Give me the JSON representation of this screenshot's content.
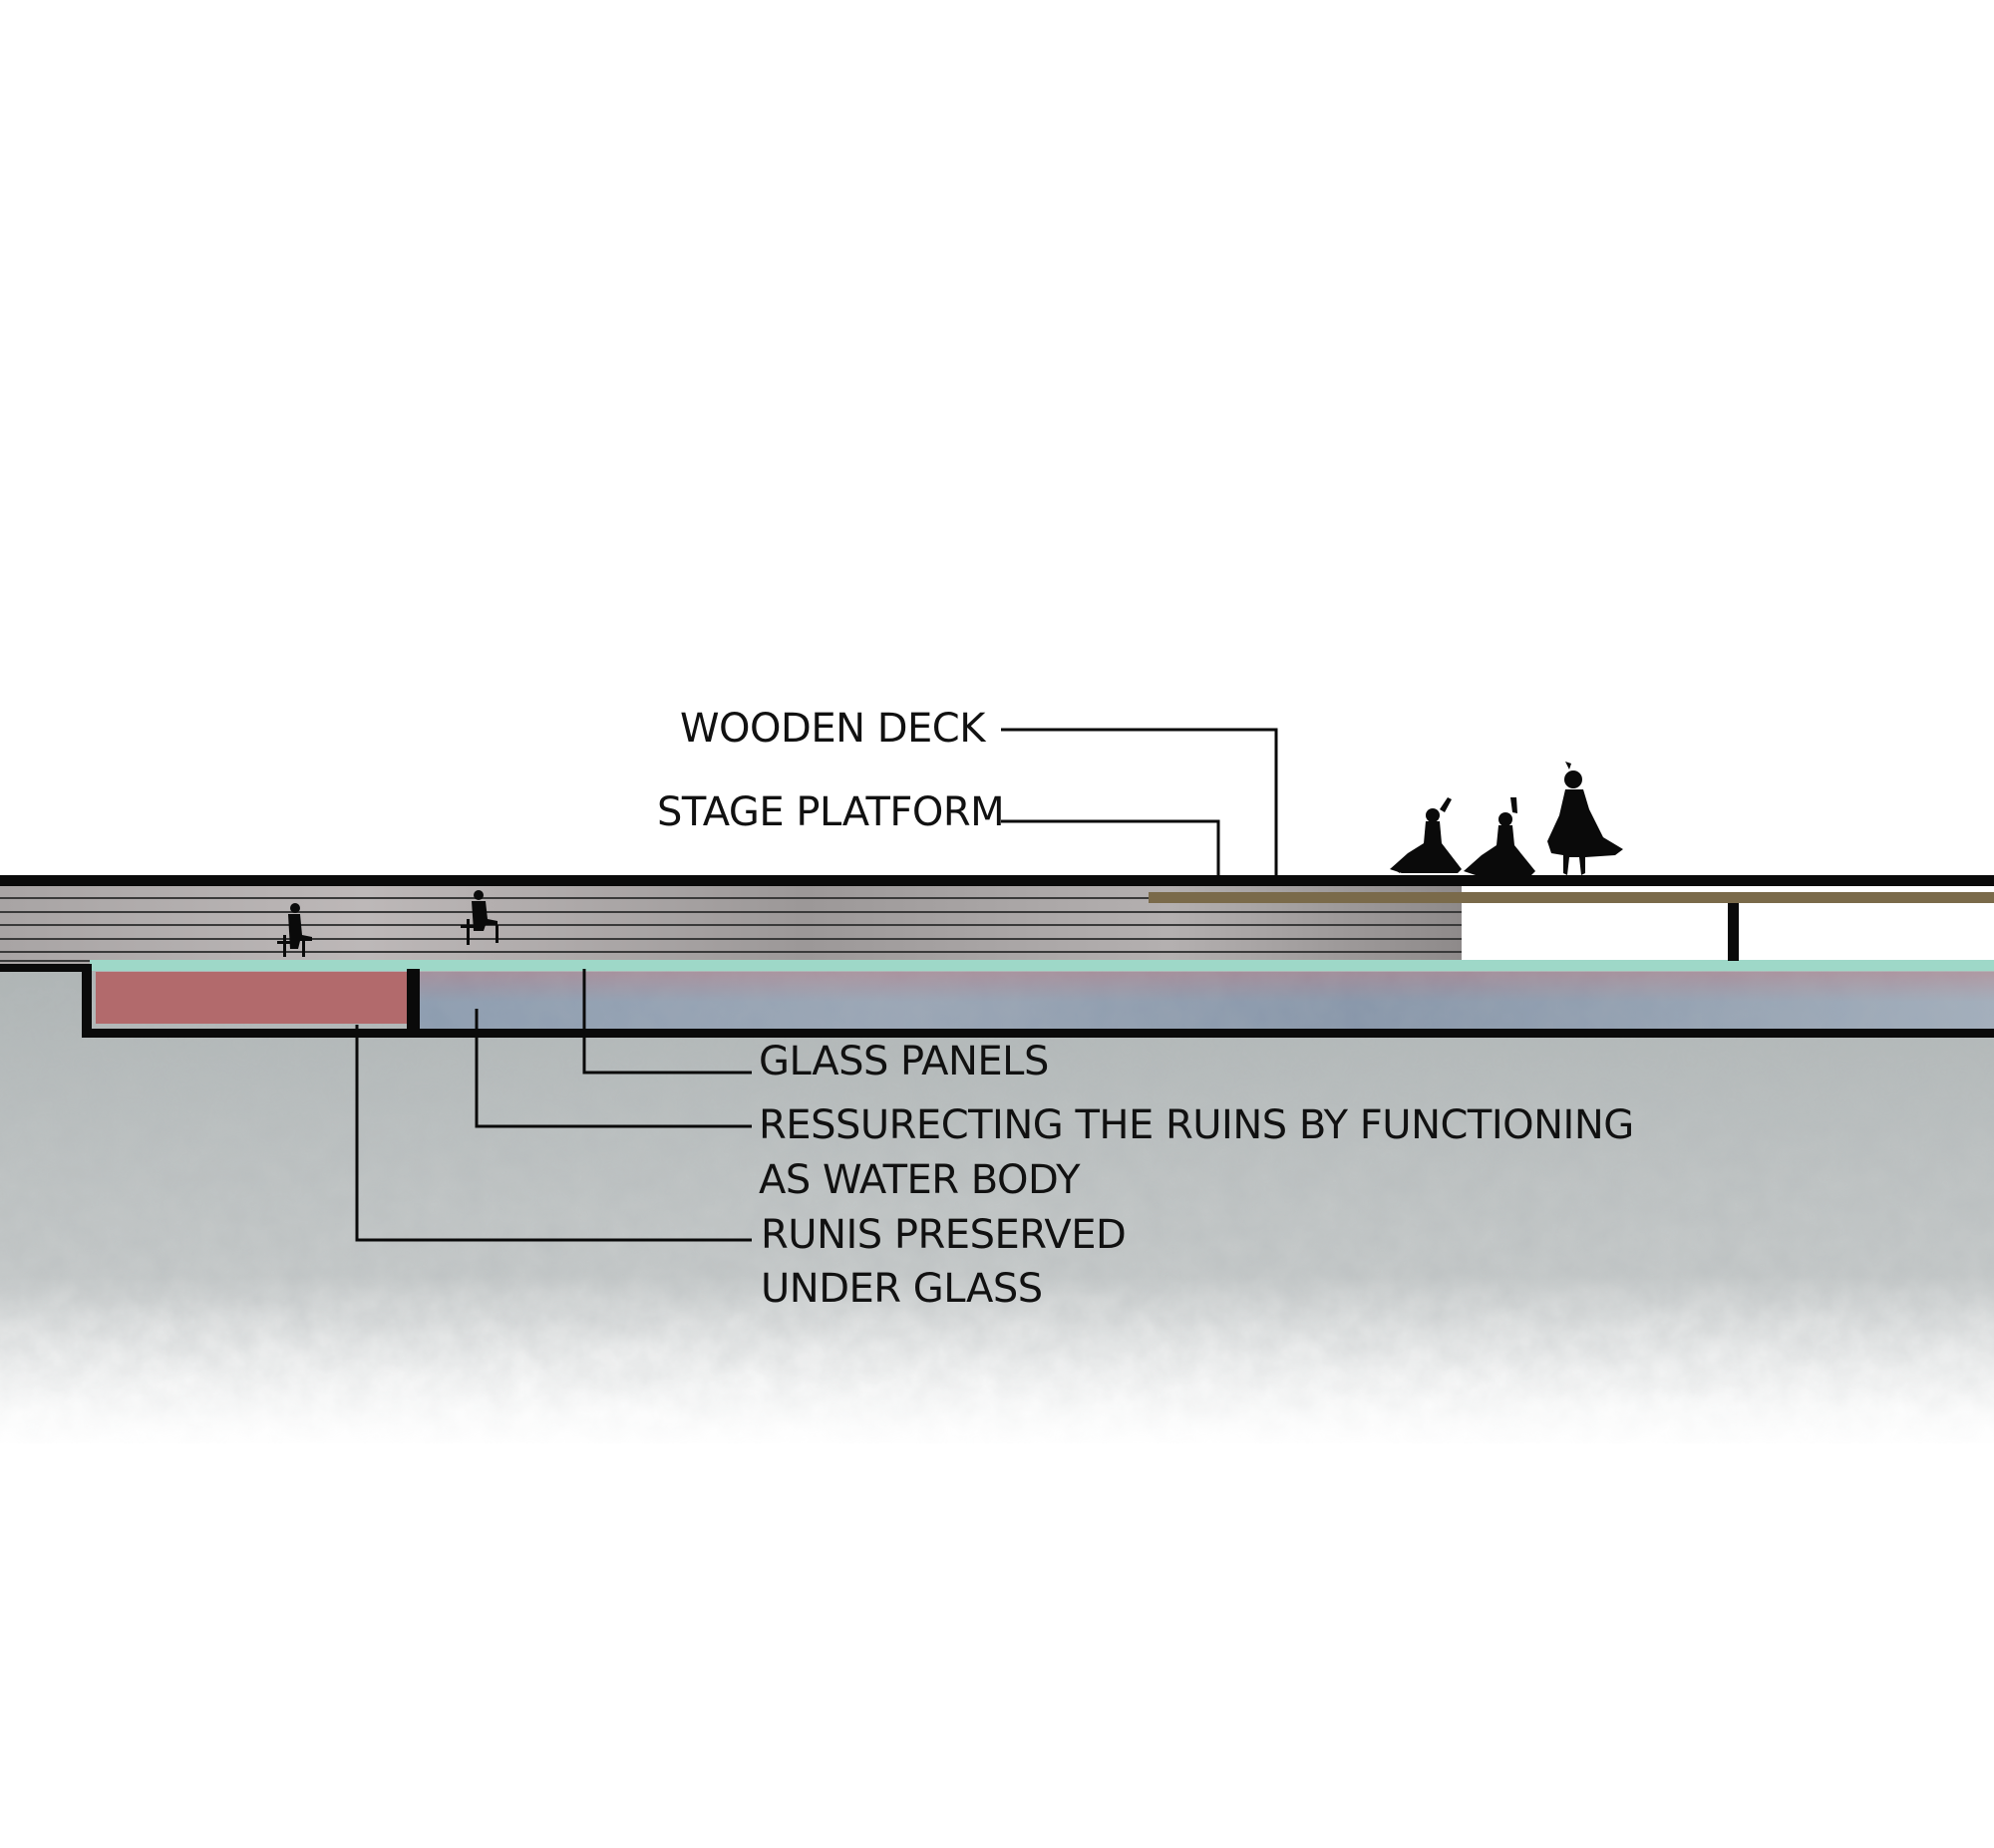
{
  "labels": {
    "wooden_deck": "WOODEN DECK",
    "stage_platform": "STAGE PLATFORM",
    "glass_panels": "GLASS PANELS",
    "water_body_line1": "RESSURECTING THE RUINS BY FUNCTIONING",
    "water_body_line2": "AS WATER BODY",
    "ruins_line1": "RUNIS PRESERVED",
    "ruins_line2": "UNDER GLASS"
  },
  "colors": {
    "structure_line": "#0a0a0a",
    "wooden_deck": "#7a6a4a",
    "glass_panel": "#9ed8c8",
    "water_body": "#8a9eb0",
    "ruins": "#b06868",
    "seating_steps": "#9a9696",
    "ground": "#b8bcbc"
  }
}
